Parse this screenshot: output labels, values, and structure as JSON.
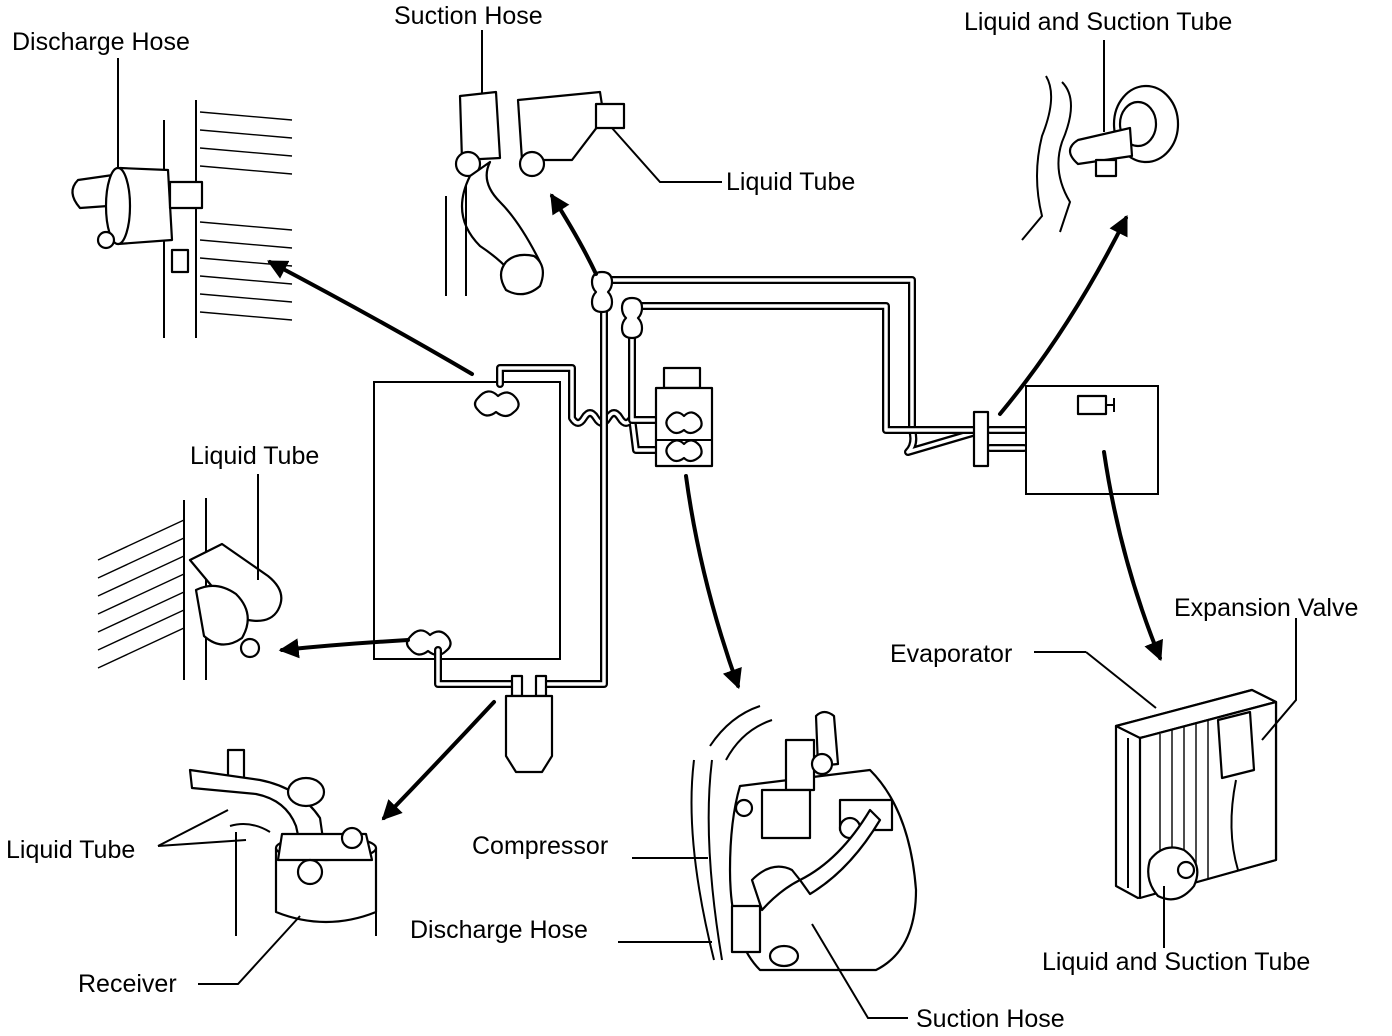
{
  "diagram": {
    "labels": {
      "discharge_hose_top": "Discharge Hose",
      "suction_hose_top": "Suction Hose",
      "liquid_tube_top": "Liquid Tube",
      "liquid_suction_tube_top": "Liquid and Suction Tube",
      "liquid_tube_left": "Liquid Tube",
      "liquid_tube_receiver": "Liquid Tube",
      "receiver": "Receiver",
      "compressor": "Compressor",
      "discharge_hose_bottom": "Discharge Hose",
      "suction_hose_bottom": "Suction Hose",
      "evaporator": "Evaporator",
      "expansion_valve": "Expansion Valve",
      "liquid_suction_tube_bottom": "Liquid and Suction Tube"
    }
  }
}
